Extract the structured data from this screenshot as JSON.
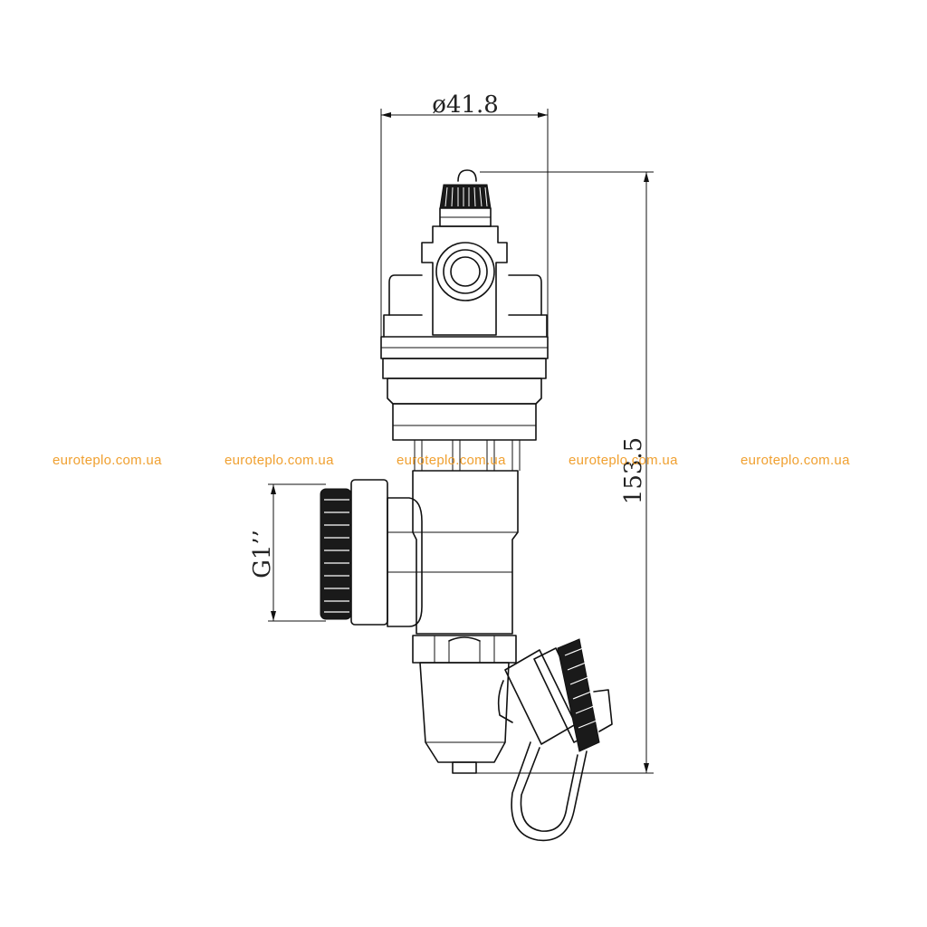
{
  "dimensions": {
    "diameter": "ø41.8",
    "height": "153.5",
    "thread": "G1’’"
  },
  "watermarks": [
    "euroteplo.com.ua",
    "euroteplo.com.ua",
    "euroteplo.com.ua",
    "euroteplo.com.ua",
    "euroteplo.com.ua"
  ]
}
